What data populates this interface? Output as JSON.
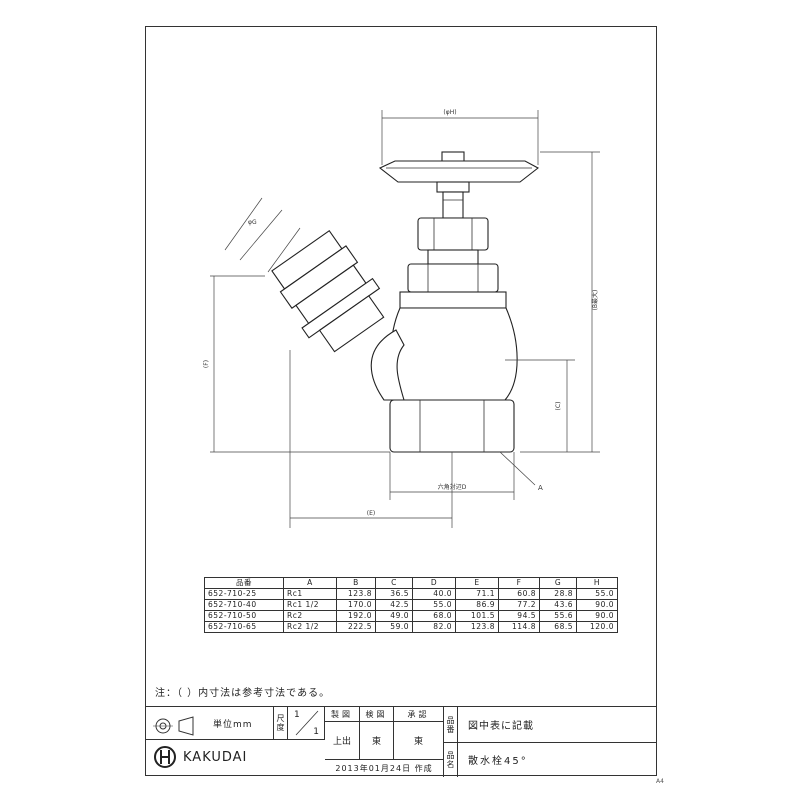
{
  "drawing": {
    "labels": {
      "dim_h": "(φH)",
      "dim_g": "φG",
      "dim_b": "(B最大)",
      "dim_f": "(F)",
      "dim_c": "(C)",
      "dim_d": "六角対辺D",
      "dim_e": "(E)",
      "leader_a": "A"
    }
  },
  "spec_table": {
    "headers": [
      "品番",
      "A",
      "B",
      "C",
      "D",
      "E",
      "F",
      "G",
      "H"
    ],
    "rows": [
      [
        "652-710-25",
        "Rc1",
        "123.8",
        "36.5",
        "40.0",
        "71.1",
        "60.8",
        "28.8",
        "55.0"
      ],
      [
        "652-710-40",
        "Rc1 1/2",
        "170.0",
        "42.5",
        "55.0",
        "86.9",
        "77.2",
        "43.6",
        "90.0"
      ],
      [
        "652-710-50",
        "Rc2",
        "192.0",
        "49.0",
        "68.0",
        "101.5",
        "94.5",
        "55.6",
        "90.0"
      ],
      [
        "652-710-65",
        "Rc2 1/2",
        "222.5",
        "59.0",
        "82.0",
        "123.8",
        "114.8",
        "68.5",
        "120.0"
      ]
    ]
  },
  "note": "注：（ ）内寸法は参考寸法である。",
  "title_block": {
    "unit": "単位mm",
    "scale_label": "尺度",
    "scale_num": "1",
    "scale_den": "1",
    "col_headers": [
      "製図",
      "検図",
      "承認"
    ],
    "signatures": [
      "上出",
      "東",
      "東"
    ],
    "date": "2013年01月24日 作成",
    "field_no_label": "品番",
    "field_no_value": "図中表に記載",
    "field_name_label": "品名",
    "field_name_value": "散水栓45°",
    "logo_text": "KAKUDAI"
  },
  "sheet_size": "A4"
}
